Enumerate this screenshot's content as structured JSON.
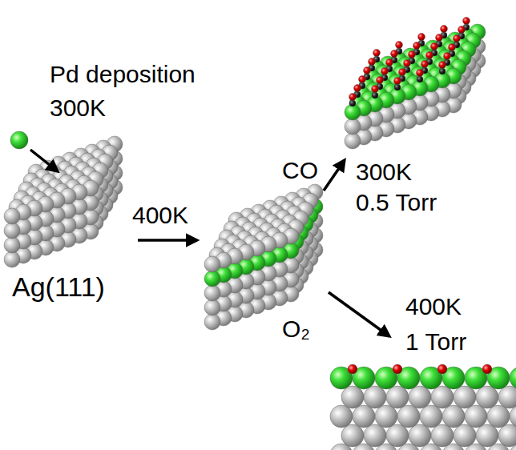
{
  "diagram": {
    "labels": [
      "Pd deposition",
      "300K",
      "Ag(111)",
      "400K",
      "CO",
      "300K",
      "0.5 Torr",
      "O₂",
      "400K",
      "1 Torr"
    ]
  }
}
